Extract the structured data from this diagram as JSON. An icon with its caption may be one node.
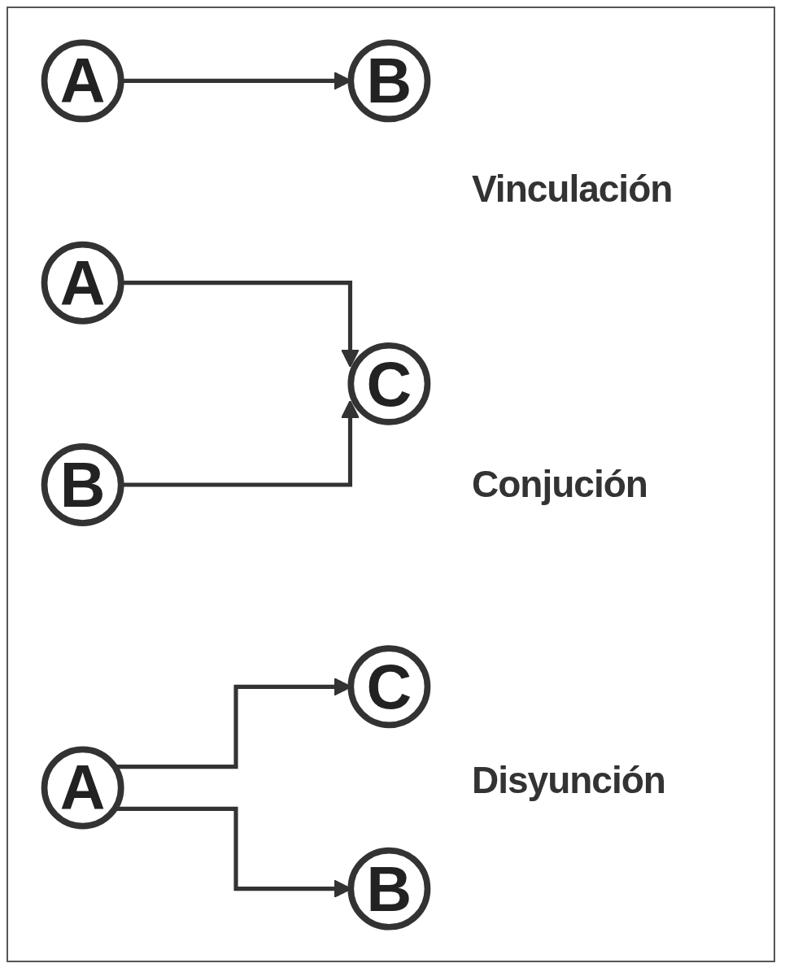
{
  "diagram": {
    "nodes": [
      {
        "text": [
          "A"
        ]
      },
      {
        "text": [
          "B"
        ]
      },
      {
        "text": [
          "A"
        ]
      },
      {
        "text": [
          "B"
        ]
      },
      {
        "text": [
          "C"
        ]
      },
      {
        "text": [
          "A"
        ]
      },
      {
        "text": [
          "C"
        ]
      },
      {
        "text": [
          "B"
        ]
      }
    ],
    "edges": [
      {
        "from": 0,
        "to": 1,
        "arrow": "to"
      },
      {
        "from": 2,
        "to": 4,
        "arrow": "to"
      },
      {
        "from": 3,
        "to": 4,
        "arrow": "to"
      },
      {
        "from": 5,
        "to": 6,
        "arrow": "to"
      },
      {
        "from": 5,
        "to": 7,
        "arrow": "to"
      }
    ],
    "labels": [
      "Vinculación",
      "Conjución",
      "Disyunción"
    ]
  }
}
